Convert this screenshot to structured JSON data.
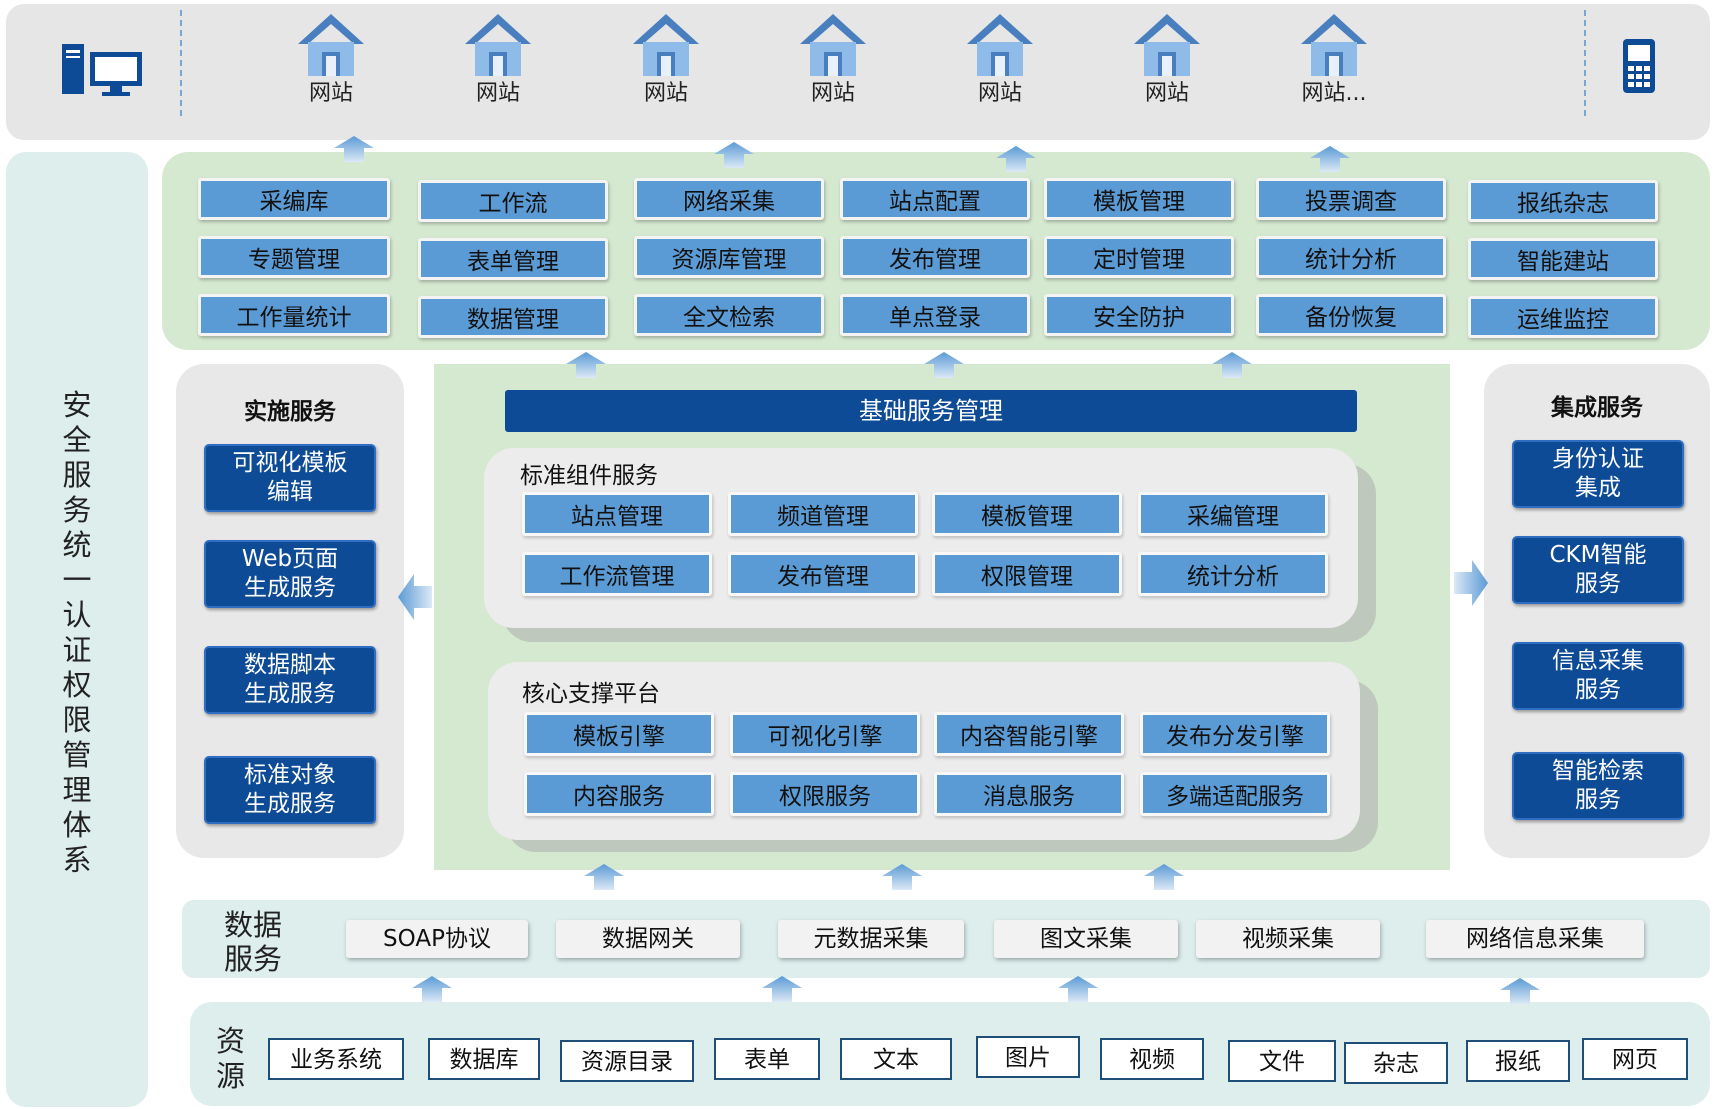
{
  "top": {
    "sites": [
      "网站",
      "网站",
      "网站",
      "网站",
      "网站",
      "网站",
      "网站..."
    ],
    "icons": [
      "desktop-computer-icon",
      "mobile-phone-icon",
      "house-icon"
    ]
  },
  "security": {
    "label": "安全服务统一认证权限管理体系",
    "chars": [
      "安",
      "全",
      "服",
      "务",
      "统",
      "一",
      "认",
      "证",
      "权",
      "限",
      "管",
      "理",
      "体",
      "系"
    ]
  },
  "apps": {
    "row1": [
      "采编库",
      "工作流",
      "网络采集",
      "站点配置",
      "模板管理",
      "投票调查",
      "报纸杂志"
    ],
    "row2": [
      "专题管理",
      "表单管理",
      "资源库管理",
      "发布管理",
      "定时管理",
      "统计分析",
      "智能建站"
    ],
    "row3": [
      "工作量统计",
      "数据管理",
      "全文检索",
      "单点登录",
      "安全防护",
      "备份恢复",
      "运维监控"
    ]
  },
  "implementation": {
    "title": "实施服务",
    "items": [
      [
        "可视化模板",
        "编辑"
      ],
      [
        "Web页面",
        "生成服务"
      ],
      [
        "数据脚本",
        "生成服务"
      ],
      [
        "标准对象",
        "生成服务"
      ]
    ]
  },
  "integration": {
    "title": "集成服务",
    "items": [
      [
        "身份认证",
        "集成"
      ],
      [
        "CKM智能",
        "服务"
      ],
      [
        "信息采集",
        "服务"
      ],
      [
        "智能检索",
        "服务"
      ]
    ]
  },
  "center": {
    "base_title": "基础服务管理",
    "standard": {
      "title": "标准组件服务",
      "row1": [
        "站点管理",
        "频道管理",
        "模板管理",
        "采编管理"
      ],
      "row2": [
        "工作流管理",
        "发布管理",
        "权限管理",
        "统计分析"
      ]
    },
    "core": {
      "title": "核心支撑平台",
      "row1": [
        "模板引擎",
        "可视化引擎",
        "内容智能引擎",
        "发布分发引擎"
      ],
      "row2": [
        "内容服务",
        "权限服务",
        "消息服务",
        "多端适配服务"
      ]
    }
  },
  "data_service": {
    "title": [
      "数据",
      "服务"
    ],
    "items": [
      "SOAP协议",
      "数据网关",
      "元数据采集",
      "图文采集",
      "视频采集",
      "网络信息采集"
    ]
  },
  "resources": {
    "title": [
      "资",
      "源"
    ],
    "items": [
      "业务系统",
      "数据库",
      "资源目录",
      "表单",
      "文本",
      "图片",
      "视频",
      "文件",
      "杂志",
      "报纸",
      "网页"
    ]
  },
  "colors": {
    "app_blue": "#5b9bd5",
    "dark_blue": "#0e4b97",
    "green_band": "#d5e8d0",
    "teal_band": "#ddeeed",
    "gray_band": "#e6e6e6"
  }
}
